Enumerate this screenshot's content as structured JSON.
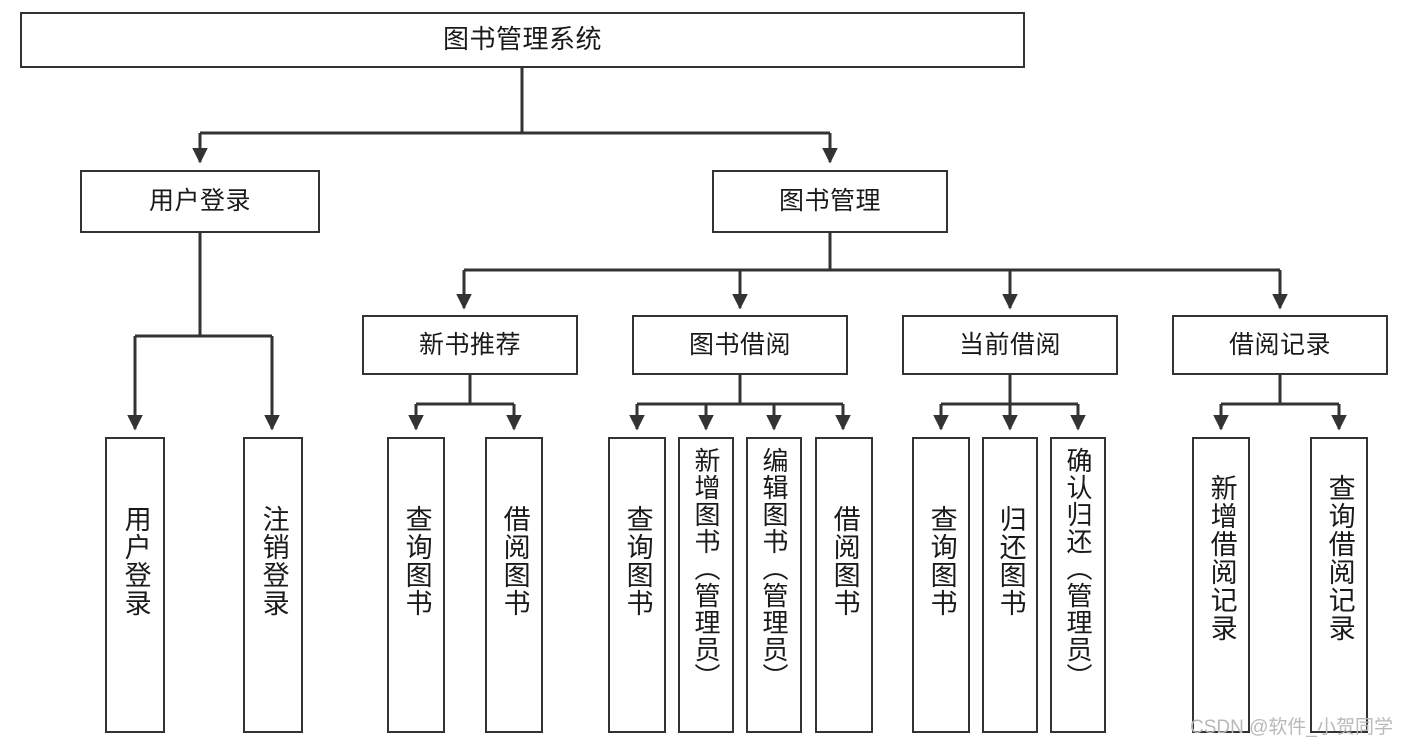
{
  "diagram": {
    "title": "图书管理系统",
    "type": "function-tree",
    "root": {
      "id": "root",
      "label": "图书管理系统"
    },
    "level2": [
      {
        "id": "user-login",
        "label": "用户登录"
      },
      {
        "id": "book-manage",
        "label": "图书管理"
      }
    ],
    "level3": [
      {
        "id": "new-book-rec",
        "label": "新书推荐",
        "parent": "book-manage"
      },
      {
        "id": "book-borrow",
        "label": "图书借阅",
        "parent": "book-manage"
      },
      {
        "id": "current-borrow",
        "label": "当前借阅",
        "parent": "book-manage"
      },
      {
        "id": "borrow-record",
        "label": "借阅记录",
        "parent": "book-manage"
      }
    ],
    "leaves": [
      {
        "id": "leaf-user-login",
        "label": "用户登录",
        "parent": "user-login"
      },
      {
        "id": "leaf-logout",
        "label": "注销登录",
        "parent": "user-login"
      },
      {
        "id": "leaf-query-book-1",
        "label": "查询图书",
        "parent": "new-book-rec"
      },
      {
        "id": "leaf-borrow-book-1",
        "label": "借阅图书",
        "parent": "new-book-rec"
      },
      {
        "id": "leaf-query-book-2",
        "label": "查询图书",
        "parent": "book-borrow"
      },
      {
        "id": "leaf-add-book",
        "label": "新增图书（管理员）",
        "parent": "book-borrow"
      },
      {
        "id": "leaf-edit-book",
        "label": "编辑图书（管理员）",
        "parent": "book-borrow"
      },
      {
        "id": "leaf-borrow-book-2",
        "label": "借阅图书",
        "parent": "book-borrow"
      },
      {
        "id": "leaf-query-book-3",
        "label": "查询图书",
        "parent": "current-borrow"
      },
      {
        "id": "leaf-return-book",
        "label": "归还图书",
        "parent": "current-borrow"
      },
      {
        "id": "leaf-confirm-return",
        "label": "确认归还（管理员）",
        "parent": "current-borrow"
      },
      {
        "id": "leaf-add-record",
        "label": "新增借阅记录",
        "parent": "borrow-record"
      },
      {
        "id": "leaf-query-record",
        "label": "查询借阅记录",
        "parent": "borrow-record"
      }
    ],
    "colors": {
      "border": "#333333",
      "background": "#ffffff",
      "text": "#1a1a1a",
      "watermark": "#b9b9b9"
    }
  },
  "watermark": {
    "text": "CSDN @软件_小贺同学"
  }
}
